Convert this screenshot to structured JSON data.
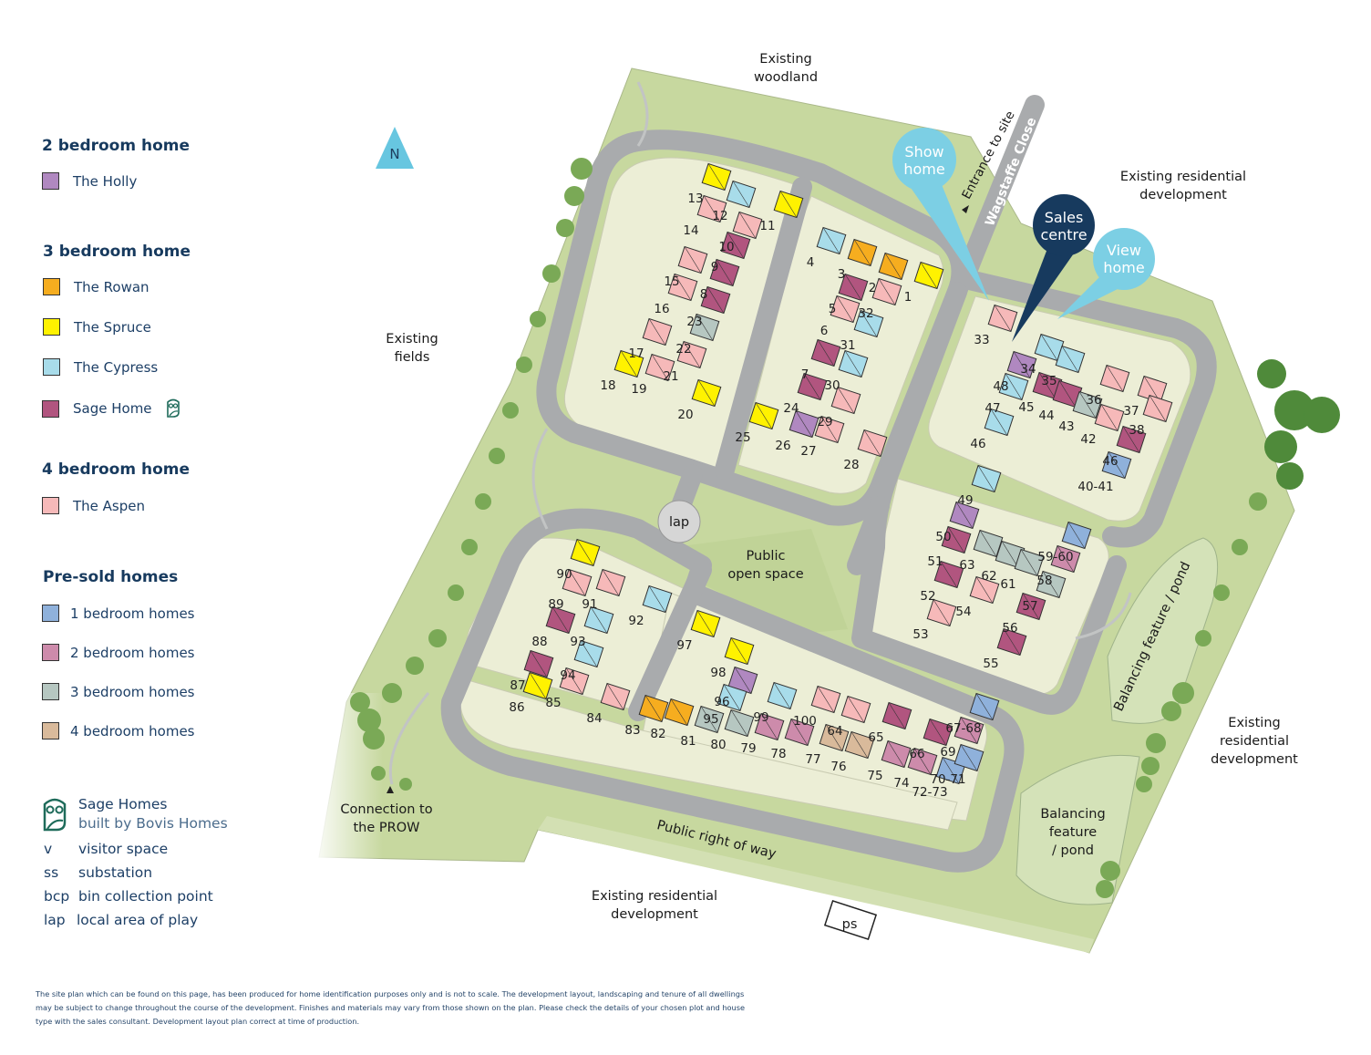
{
  "legend": {
    "two_bed": {
      "heading": "2 bedroom home",
      "items": [
        {
          "label": "The Holly",
          "color": "#b088c0"
        }
      ]
    },
    "three_bed": {
      "heading": "3 bedroom home",
      "items": [
        {
          "label": "The Rowan",
          "color": "#f6ad1f"
        },
        {
          "label": "The Spruce",
          "color": "#fff200"
        },
        {
          "label": "The Cypress",
          "color": "#a8dcea"
        },
        {
          "label": "Sage Home",
          "color": "#b1557f"
        }
      ]
    },
    "four_bed": {
      "heading": "4 bedroom home",
      "items": [
        {
          "label": "The Aspen",
          "color": "#f6b9b9"
        }
      ]
    },
    "presold": {
      "heading": "Pre-sold homes",
      "items": [
        {
          "label": "1 bedroom homes",
          "color": "#8fb1db"
        },
        {
          "label": "2 bedroom homes",
          "color": "#cd8bab"
        },
        {
          "label": "3 bedroom homes",
          "color": "#b6c7c1"
        },
        {
          "label": "4 bedroom homes",
          "color": "#d9ba9b"
        }
      ]
    },
    "brand": {
      "name": "Sage Homes",
      "sub": "built by Bovis Homes"
    },
    "abbreviations": [
      {
        "abbr": "v",
        "meaning": "visitor space"
      },
      {
        "abbr": "ss",
        "meaning": "substation"
      },
      {
        "abbr": "bcp",
        "meaning": "bin collection point"
      },
      {
        "abbr": "lap",
        "meaning": "local area of play"
      }
    ]
  },
  "map": {
    "north": "N",
    "labels": {
      "woodland": [
        "Existing",
        "woodland"
      ],
      "fields": [
        "Existing",
        "fields"
      ],
      "res_ne": [
        "Existing residential",
        "development"
      ],
      "res_e": [
        "Existing",
        "residential",
        "development"
      ],
      "res_s": [
        "Existing residential",
        "development"
      ],
      "open_space": [
        "Public",
        "open space"
      ],
      "lap": "lap",
      "balancing_rot": "Balancing feature / pond",
      "balancing": [
        "Balancing",
        "feature",
        "/ pond"
      ],
      "prow": [
        "Connection to",
        "the PROW"
      ],
      "right_of_way": "Public right of way",
      "entrance": "Entrance to site",
      "street": "Wagstaffe Close",
      "ps": "ps"
    },
    "callouts": {
      "show_home": [
        "Show",
        "home"
      ],
      "sales_centre": [
        "Sales",
        "centre"
      ],
      "view_home": [
        "View",
        "home"
      ]
    },
    "house_colors": {
      "holly": "#b088c0",
      "rowan": "#f6ad1f",
      "spruce": "#fff200",
      "cypress": "#a8dcea",
      "sage": "#b1557f",
      "aspen": "#f6b9b9",
      "pre1": "#8fb1db",
      "pre2": "#cd8bab",
      "pre3": "#b6c7c1",
      "pre4": "#d9ba9b"
    },
    "plots": [
      {
        "n": "13",
        "type": "spruce"
      },
      {
        "n": "12",
        "type": "cypress"
      },
      {
        "n": "11",
        "type": "spruce"
      },
      {
        "n": "14",
        "type": "aspen"
      },
      {
        "n": "10",
        "type": "aspen"
      },
      {
        "n": "9",
        "type": "sage"
      },
      {
        "n": "15",
        "type": "aspen"
      },
      {
        "n": "8",
        "type": "sage"
      },
      {
        "n": "16",
        "type": "aspen"
      },
      {
        "n": "23",
        "type": "sage"
      },
      {
        "n": "17",
        "type": "aspen"
      },
      {
        "n": "22",
        "type": "pre3"
      },
      {
        "n": "18",
        "type": "spruce"
      },
      {
        "n": "19",
        "type": "aspen"
      },
      {
        "n": "21",
        "type": "aspen"
      },
      {
        "n": "20",
        "type": "spruce"
      },
      {
        "n": "4",
        "type": "cypress"
      },
      {
        "n": "3",
        "type": "rowan"
      },
      {
        "n": "2",
        "type": "rowan"
      },
      {
        "n": "1",
        "type": "spruce"
      },
      {
        "n": "5",
        "type": "sage"
      },
      {
        "n": "32",
        "type": "aspen"
      },
      {
        "n": "6",
        "type": "aspen"
      },
      {
        "n": "31",
        "type": "cypress"
      },
      {
        "n": "7",
        "type": "sage"
      },
      {
        "n": "30",
        "type": "cypress"
      },
      {
        "n": "24",
        "type": "sage"
      },
      {
        "n": "29",
        "type": "aspen"
      },
      {
        "n": "25",
        "type": "spruce"
      },
      {
        "n": "26",
        "type": "holly"
      },
      {
        "n": "27",
        "type": "aspen"
      },
      {
        "n": "28",
        "type": "aspen"
      },
      {
        "n": "33",
        "type": "aspen"
      },
      {
        "n": "34",
        "type": "cypress"
      },
      {
        "n": "35",
        "type": "cypress"
      },
      {
        "n": "48",
        "type": "holly"
      },
      {
        "n": "36",
        "type": "aspen"
      },
      {
        "n": "37",
        "type": "aspen"
      },
      {
        "n": "47",
        "type": "cypress"
      },
      {
        "n": "45",
        "type": "sage"
      },
      {
        "n": "44",
        "type": "sage"
      },
      {
        "n": "43",
        "type": "pre3"
      },
      {
        "n": "38",
        "type": "aspen"
      },
      {
        "n": "42",
        "type": "aspen"
      },
      {
        "n": "46",
        "type": "cypress"
      },
      {
        "n": "46",
        "type": "sage"
      },
      {
        "n": "40-41",
        "type": "pre1"
      },
      {
        "n": "49",
        "type": "cypress"
      },
      {
        "n": "50",
        "type": "holly"
      },
      {
        "n": "51",
        "type": "sage"
      },
      {
        "n": "63",
        "type": "pre3"
      },
      {
        "n": "59-60",
        "type": "pre1"
      },
      {
        "n": "62",
        "type": "pre3"
      },
      {
        "n": "61",
        "type": "pre3"
      },
      {
        "n": "58",
        "type": "pre2"
      },
      {
        "n": "52",
        "type": "sage"
      },
      {
        "n": "57",
        "type": "pre3"
      },
      {
        "n": "54",
        "type": "aspen"
      },
      {
        "n": "56",
        "type": "sage"
      },
      {
        "n": "53",
        "type": "aspen"
      },
      {
        "n": "55",
        "type": "sage"
      },
      {
        "n": "90",
        "type": "spruce"
      },
      {
        "n": "89",
        "type": "aspen"
      },
      {
        "n": "91",
        "type": "aspen"
      },
      {
        "n": "92",
        "type": "cypress"
      },
      {
        "n": "88",
        "type": "sage"
      },
      {
        "n": "93",
        "type": "cypress"
      },
      {
        "n": "97",
        "type": "spruce"
      },
      {
        "n": "98",
        "type": "spruce"
      },
      {
        "n": "94",
        "type": "cypress"
      },
      {
        "n": "87",
        "type": "sage"
      },
      {
        "n": "85",
        "type": "aspen"
      },
      {
        "n": "86",
        "type": "spruce"
      },
      {
        "n": "96",
        "type": "holly"
      },
      {
        "n": "95",
        "type": "cypress"
      },
      {
        "n": "99",
        "type": "cypress"
      },
      {
        "n": "100",
        "type": "aspen"
      },
      {
        "n": "84",
        "type": "aspen"
      },
      {
        "n": "83",
        "type": "rowan"
      },
      {
        "n": "82",
        "type": "rowan"
      },
      {
        "n": "81",
        "type": "pre3"
      },
      {
        "n": "80",
        "type": "pre3"
      },
      {
        "n": "79",
        "type": "pre2"
      },
      {
        "n": "78",
        "type": "pre2"
      },
      {
        "n": "64",
        "type": "aspen"
      },
      {
        "n": "65",
        "type": "sage"
      },
      {
        "n": "66",
        "type": "sage"
      },
      {
        "n": "69",
        "type": "pre2"
      },
      {
        "n": "67-68",
        "type": "pre1"
      },
      {
        "n": "77",
        "type": "pre4"
      },
      {
        "n": "76",
        "type": "pre4"
      },
      {
        "n": "75",
        "type": "pre2"
      },
      {
        "n": "74",
        "type": "pre2"
      },
      {
        "n": "72-73",
        "type": "pre1"
      },
      {
        "n": "70-71",
        "type": "pre1"
      }
    ]
  },
  "disclaimer": "The site plan which can be found on this page, has been produced for home identification purposes only and is not to scale. The development layout, landscaping and tenure of all dwellings may be subject to change throughout the course of the development. Finishes and materials may vary from those shown on the plan. Please check the details of your chosen plot and house type with the sales consultant. Development layout plan correct at time of production."
}
